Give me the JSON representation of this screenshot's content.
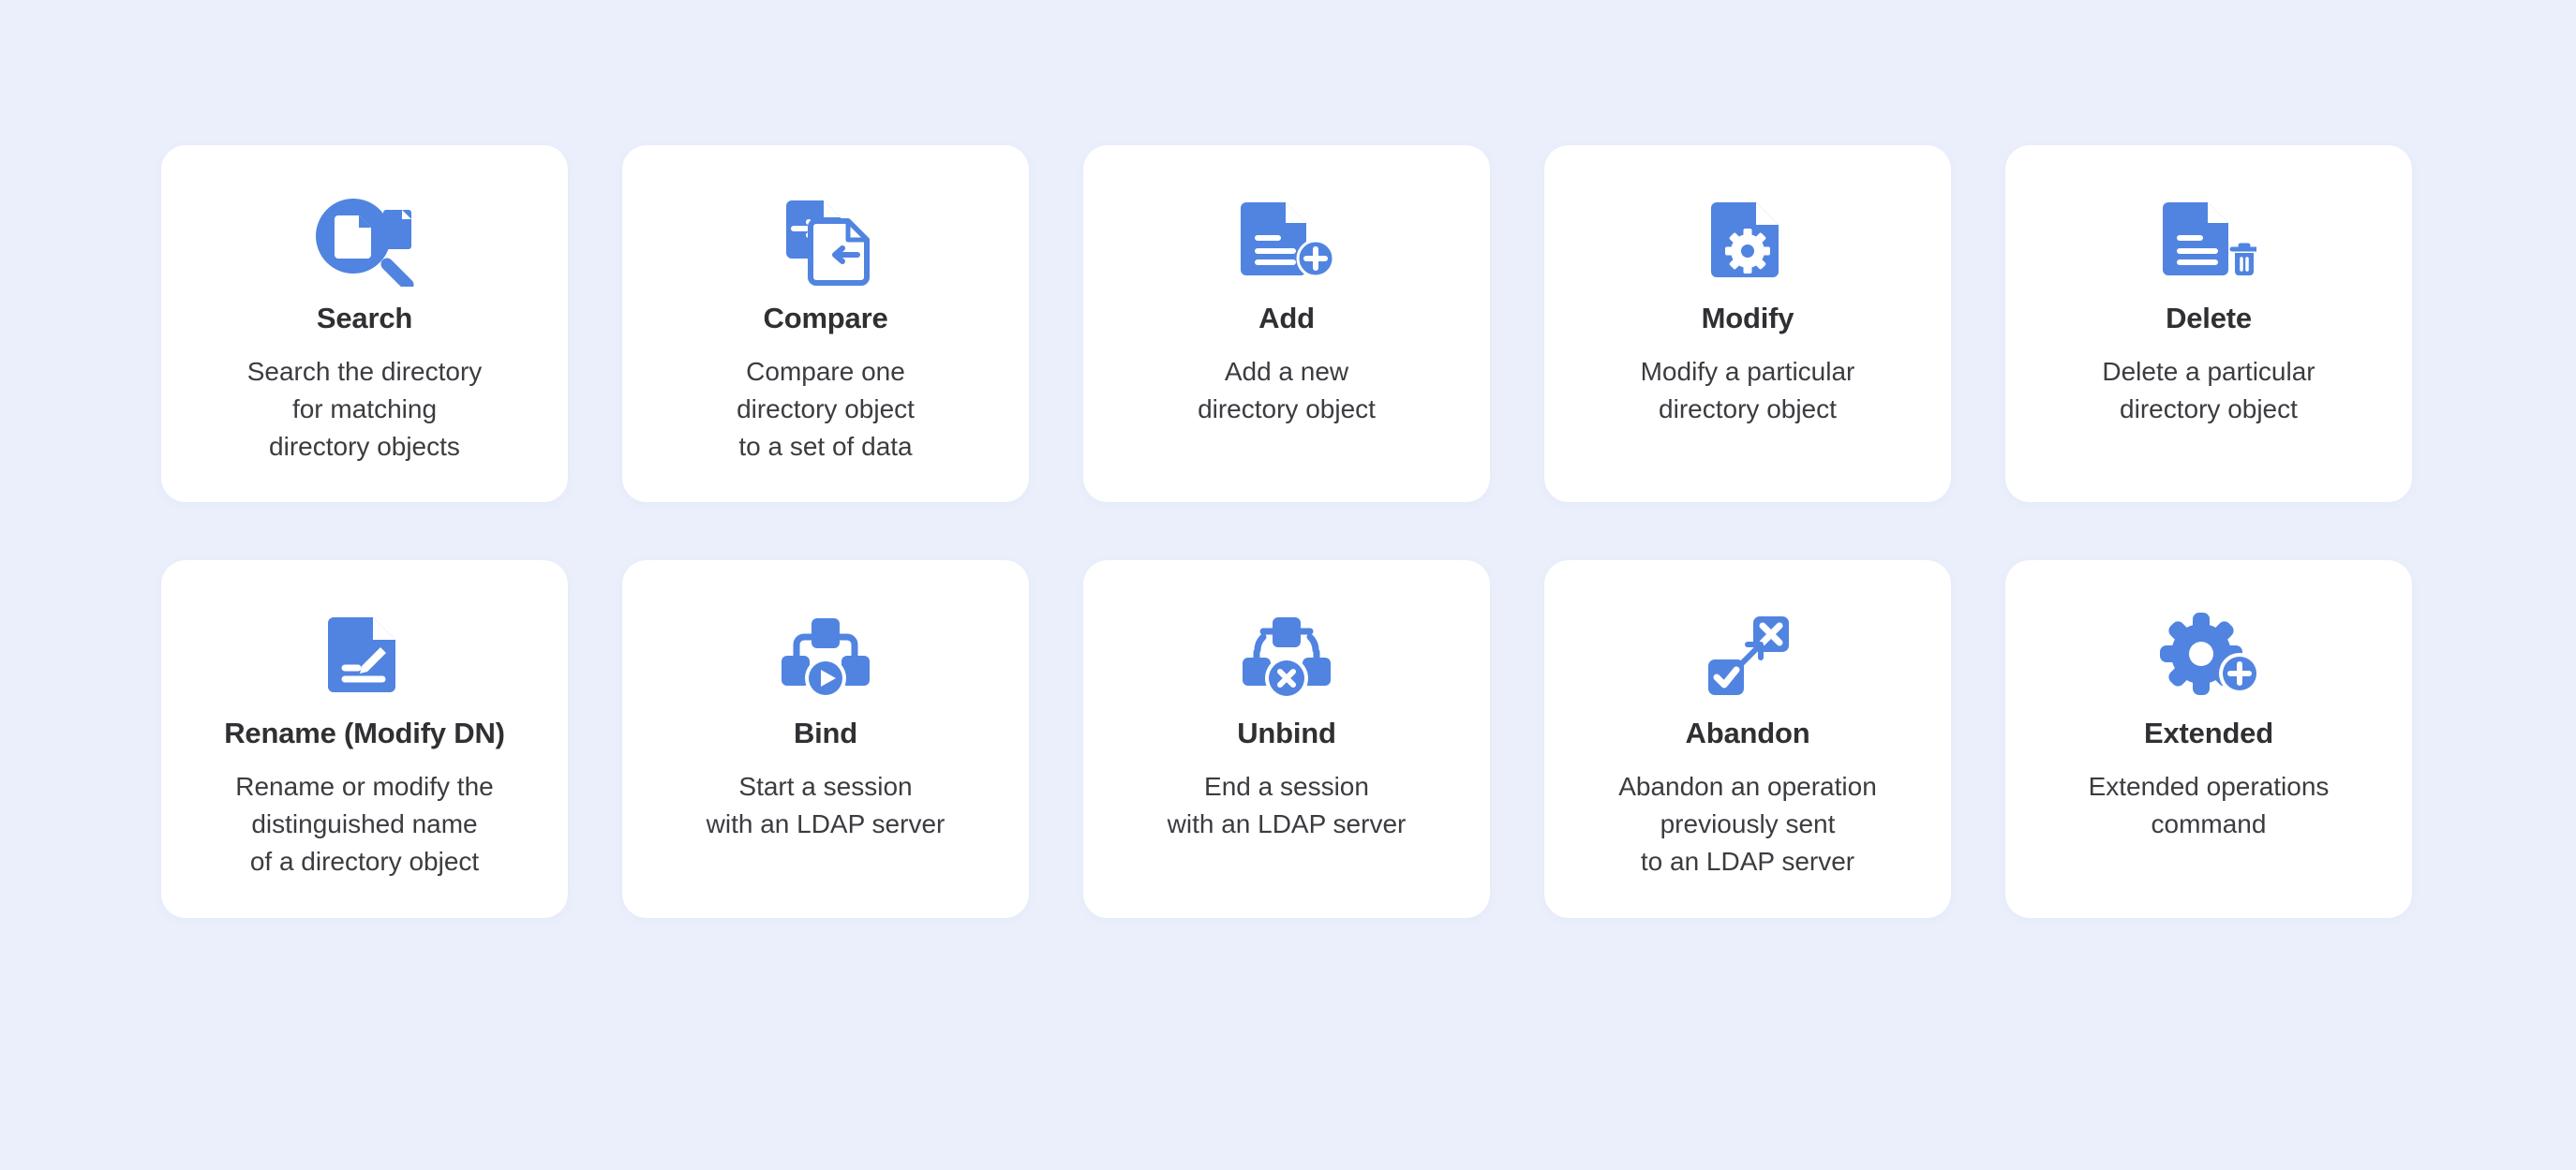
{
  "theme": {
    "page_background": "#eaeffb",
    "card_background": "#ffffff",
    "accent_blue": "#5084e0",
    "title_color": "#2f3033",
    "body_color": "#3b3c40"
  },
  "grid": {
    "columns": 5,
    "rows": 2
  },
  "cards": [
    {
      "id": "search",
      "icon": "document-magnifier-search-icon",
      "title": "Search",
      "desc_lines": [
        "Search the directory",
        "for matching",
        "directory objects"
      ]
    },
    {
      "id": "compare",
      "icon": "two-documents-compare-arrows-icon",
      "title": "Compare",
      "desc_lines": [
        "Compare one",
        "directory object",
        "to a set of data"
      ]
    },
    {
      "id": "add",
      "icon": "document-plus-badge-icon",
      "title": "Add",
      "desc_lines": [
        "Add a new",
        "directory object"
      ]
    },
    {
      "id": "modify",
      "icon": "document-gear-icon",
      "title": "Modify",
      "desc_lines": [
        "Modify a particular",
        "directory object"
      ]
    },
    {
      "id": "delete",
      "icon": "document-trash-icon",
      "title": "Delete",
      "desc_lines": [
        "Delete a particular",
        "directory object"
      ]
    },
    {
      "id": "rename",
      "icon": "document-pencil-edit-icon",
      "title": "Rename (Modify DN)",
      "desc_lines": [
        "Rename or modify the",
        "distinguished name",
        "of a directory object"
      ]
    },
    {
      "id": "bind",
      "icon": "sitemap-play-badge-icon",
      "title": "Bind",
      "desc_lines": [
        "Start a session",
        "with an LDAP server"
      ]
    },
    {
      "id": "unbind",
      "icon": "broken-sitemap-x-badge-icon",
      "title": "Unbind",
      "desc_lines": [
        "End a session",
        "with an LDAP server"
      ]
    },
    {
      "id": "abandon",
      "icon": "check-box-arrow-x-box-icon",
      "title": "Abandon",
      "desc_lines": [
        "Abandon an operation",
        "previously sent",
        "to an LDAP server"
      ]
    },
    {
      "id": "extended",
      "icon": "gear-plus-badge-icon",
      "title": "Extended",
      "desc_lines": [
        "Extended operations",
        "command"
      ]
    }
  ]
}
